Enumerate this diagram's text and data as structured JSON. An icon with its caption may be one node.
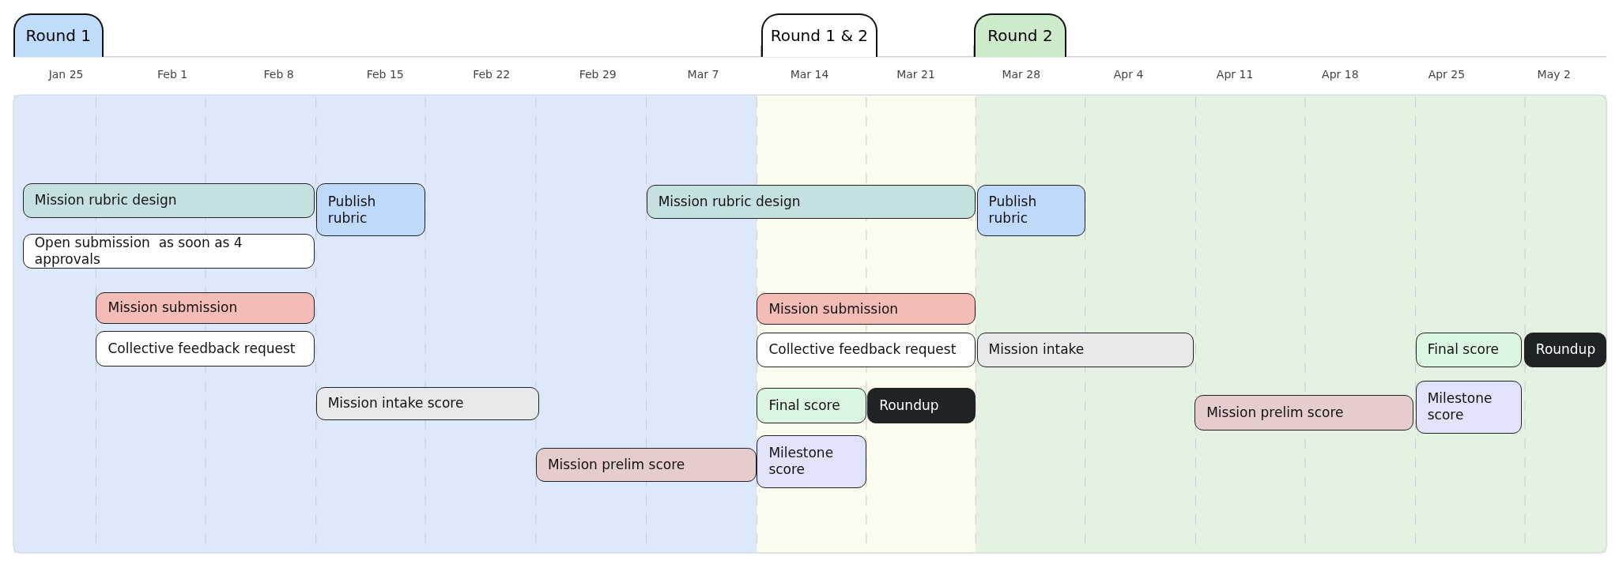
{
  "diagram": {
    "nodes": [
      {
        "text": [
          "Round 1"
        ]
      },
      {
        "text": [
          "Round 1 & 2"
        ]
      },
      {
        "text": [
          "Round 2"
        ]
      },
      {
        "text": [
          "Mission rubric design"
        ]
      },
      {
        "text": [
          "Publish rubric"
        ]
      },
      {
        "text": [
          "Open submission  as soon as 4 approvals"
        ]
      },
      {
        "text": [
          "Mission submission"
        ]
      },
      {
        "text": [
          "Collective feedback request"
        ]
      },
      {
        "text": [
          "Mission intake score"
        ]
      },
      {
        "text": [
          "Mission prelim score"
        ]
      },
      {
        "text": [
          "Mission rubric design"
        ]
      },
      {
        "text": [
          "Publish rubric"
        ]
      },
      {
        "text": [
          "Mission submission"
        ]
      },
      {
        "text": [
          "Collective feedback request"
        ]
      },
      {
        "text": [
          "Final score"
        ]
      },
      {
        "text": [
          "Roundup"
        ]
      },
      {
        "text": [
          "Milestone score"
        ]
      },
      {
        "text": [
          "Mission intake"
        ]
      },
      {
        "text": [
          "Mission prelim score"
        ]
      },
      {
        "text": [
          "Final score"
        ]
      },
      {
        "text": [
          "Roundup"
        ]
      },
      {
        "text": [
          "Milestone score"
        ]
      }
    ],
    "edges": [],
    "labels": [
      "Jan 25",
      "Feb 1",
      "Feb 8",
      "Feb 15",
      "Feb 22",
      "Feb 29",
      "Mar 7",
      "Mar 14",
      "Mar 21",
      "Mar 28",
      "Apr 4",
      "Apr 11",
      "Apr 18",
      "Apr 25",
      "May 2"
    ]
  }
}
